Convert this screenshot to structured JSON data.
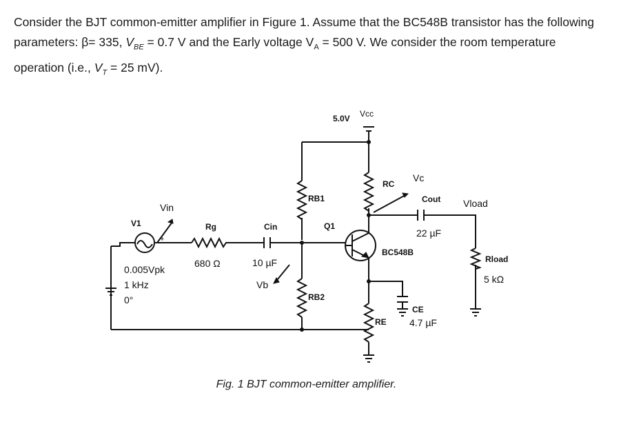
{
  "problem": {
    "p1": "Consider the BJT common-emitter amplifier in Figure 1. Assume that the BC548B transistor has the following parameters: β= 335, ",
    "vbe_sym": "V",
    "vbe_sub": "BE",
    "p2": " = 0.7 V and the Early voltage V",
    "va_sub": "A",
    "p3": " = 500 V. We consider the room temperature operation (i.e., ",
    "vt_sym": "V",
    "vt_sub": "T",
    "p4": " = 25 mV)."
  },
  "schematic": {
    "vcc_value": "5.0V",
    "vcc": "Vcc",
    "rb1": "RB1",
    "rb2": "RB2",
    "rc": "RC",
    "re": "RE",
    "q1": "Q1",
    "transistor_model": "BC548B",
    "vc": "Vc",
    "vb": "Vb",
    "cout": "Cout",
    "cout_value": "22 µF",
    "cin": "Cin",
    "cin_value": "10 µF",
    "rg": "Rg",
    "rg_value": "680 Ω",
    "v1": "V1",
    "vin": "Vin",
    "v1_amplitude": "0.005Vpk",
    "v1_freq": "1 kHz",
    "v1_phase": "0°",
    "v1_plus": "+",
    "vload": "Vload",
    "rload": "Rload",
    "rload_value": "5 kΩ",
    "ce": "CE",
    "ce_value": "4.7 µF"
  },
  "caption": "Fig. 1 BJT common-emitter amplifier."
}
